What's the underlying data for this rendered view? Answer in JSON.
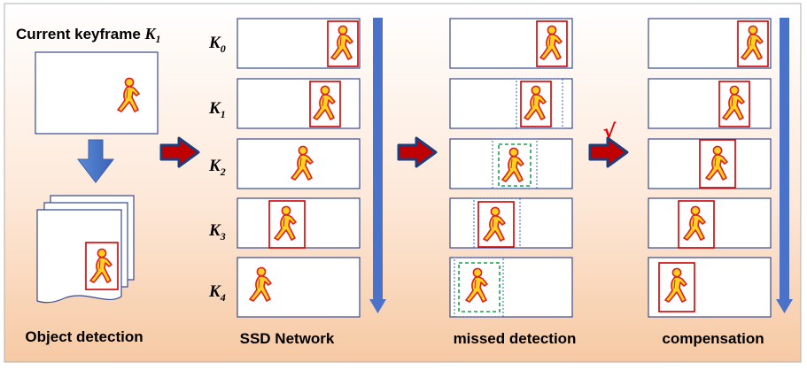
{
  "title": {
    "prefix": "Current keyframe ",
    "k": "K",
    "sub": "1"
  },
  "captions": {
    "object_detection": "Object detection",
    "ssd_network": "SSD Network",
    "missed_detection": "missed detection",
    "compensation": "compensation"
  },
  "frame_labels": [
    {
      "k": "K",
      "sub": "0"
    },
    {
      "k": "K",
      "sub": "1"
    },
    {
      "k": "K",
      "sub": "2"
    },
    {
      "k": "K",
      "sub": "3"
    },
    {
      "k": "K",
      "sub": "4"
    }
  ],
  "check_mark": "√",
  "colors": {
    "bg_top": "#ffffff",
    "bg_bottom": "#f6c9a3",
    "frame_border": "#3a4b8c",
    "time_arrow": "#4a72c8",
    "process_arrow_fill": "#c00000",
    "process_arrow_edge": "#1f3d7a",
    "detect_box": "#d00000",
    "missed_box": "#3a5fd0",
    "estimated_box": "#16a34a",
    "figure_fill": "#ffd21f",
    "figure_outline": "#e02020",
    "check": "#e00000"
  },
  "icons": {
    "pedestrian": "walking-person-icon",
    "down_arrow": "down-arrow-icon",
    "right_arrow": "right-arrow-icon"
  }
}
